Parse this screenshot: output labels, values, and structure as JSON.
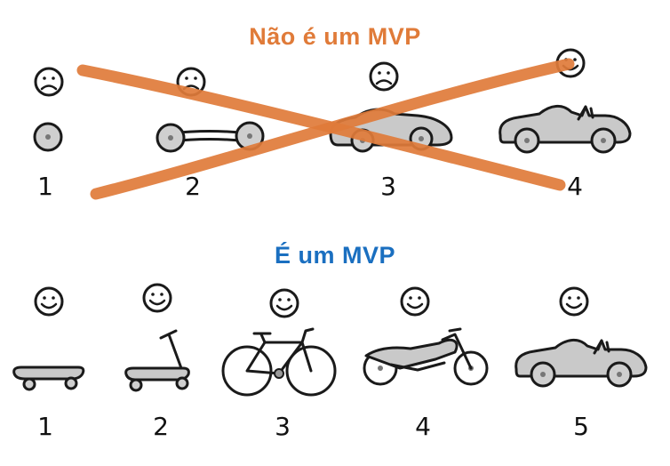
{
  "top": {
    "title": "Não é um MVP",
    "title_color": "#e07b39",
    "numbers": [
      "1",
      "2",
      "3",
      "4"
    ],
    "moods": [
      "sad",
      "sad",
      "sad",
      "happy"
    ],
    "cross_color": "#e07b39"
  },
  "bottom": {
    "title": "É um MVP",
    "title_color": "#1a6fc0",
    "numbers": [
      "1",
      "2",
      "3",
      "4",
      "5"
    ],
    "moods": [
      "happy",
      "happy",
      "happy",
      "happy",
      "happy"
    ]
  }
}
